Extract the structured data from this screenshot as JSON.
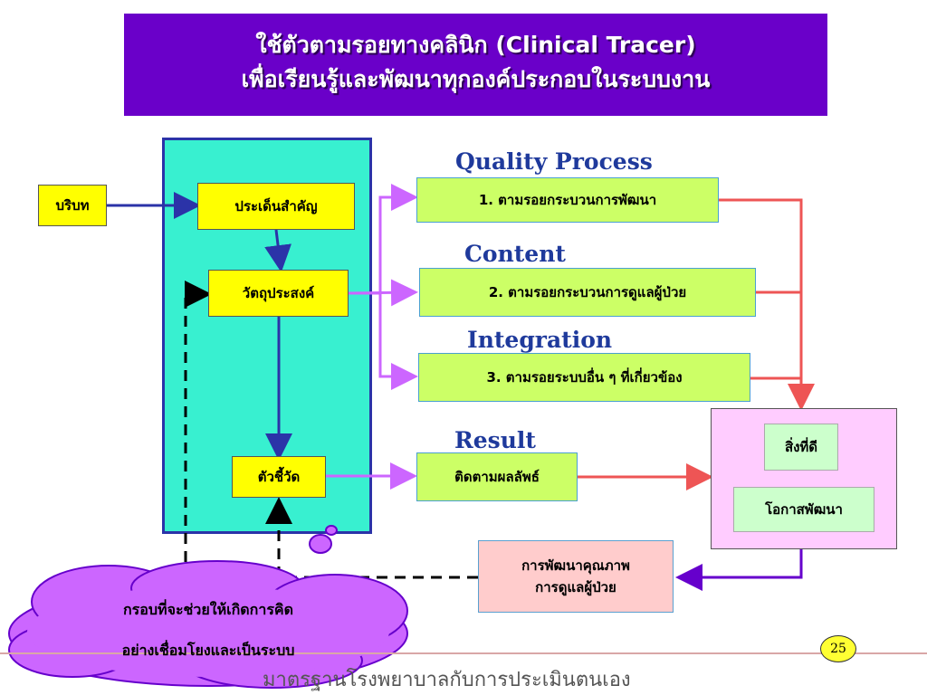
{
  "title": {
    "line1": "ใช้ตัวตามรอยทางคลินิก (Clinical Tracer)",
    "line2": "เพื่อเรียนรู้และพัฒนาทุกองค์ประกอบในระบบงาน"
  },
  "nodes": {
    "context": "บริบท",
    "key_issue": "ประเด็นสำคัญ",
    "objective": "วัตถุประสงค์",
    "indicator": "ตัวชี้วัด",
    "trace1": "1. ตามรอยกระบวนการพัฒนา",
    "trace2": "2. ตามรอยกระบวนการดูแลผู้ป่วย",
    "trace3": "3. ตามรอยระบบอื่น ๆ ที่เกี่ยวข้อง",
    "follow_result": "ติดตามผลลัพธ์",
    "good_things": "สิ่งที่ดี",
    "improve_opportunity": "โอกาสพัฒนา",
    "quality_dev_line1": "การพัฒนาคุณภาพ",
    "quality_dev_line2": "การดูแลผู้ป่วย"
  },
  "headings": {
    "quality_process": "Quality Process",
    "content": "Content",
    "integration": "Integration",
    "result": "Result"
  },
  "cloud": {
    "line1": "กรอบที่จะช่วยให้เกิดการคิด",
    "line2": "อย่างเชื่อมโยงและเป็นระบบ"
  },
  "footer": {
    "text": "มาตรฐานโรงพยาบาลกับการประเมินตนเอง",
    "page_number": "25"
  },
  "colors": {
    "title_bg": "#6a00c9",
    "frame_bg": "#38f0d0",
    "heading_text": "#1f3a9c",
    "arrow_blue": "#2b33a8",
    "arrow_violet": "#cc66ff",
    "arrow_red": "#ee5555",
    "arrow_purple": "#6600cc",
    "cloud_fill": "#cc66ff"
  }
}
